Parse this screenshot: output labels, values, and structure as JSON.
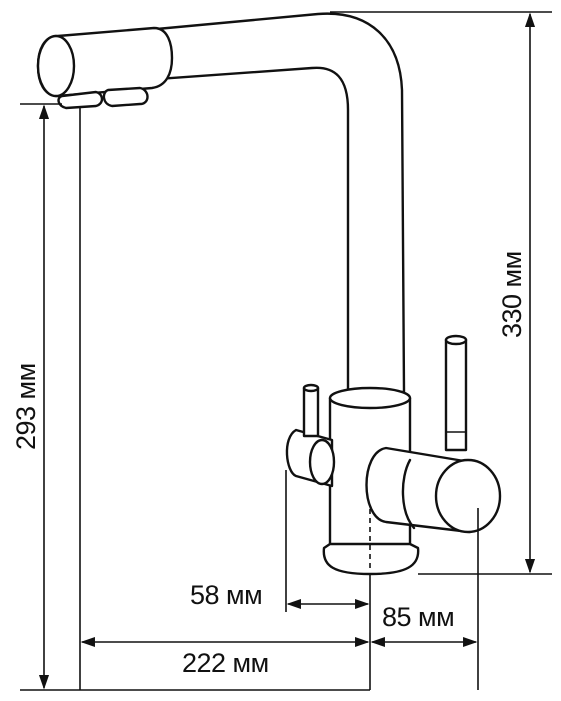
{
  "dimensions": {
    "height_spout": "293 мм",
    "height_total": "330 мм",
    "reach": "222 мм",
    "side_lever_offset": "58 мм",
    "filter_lever_offset": "85 мм"
  },
  "colors": {
    "line": "#111111",
    "background": "#ffffff"
  }
}
